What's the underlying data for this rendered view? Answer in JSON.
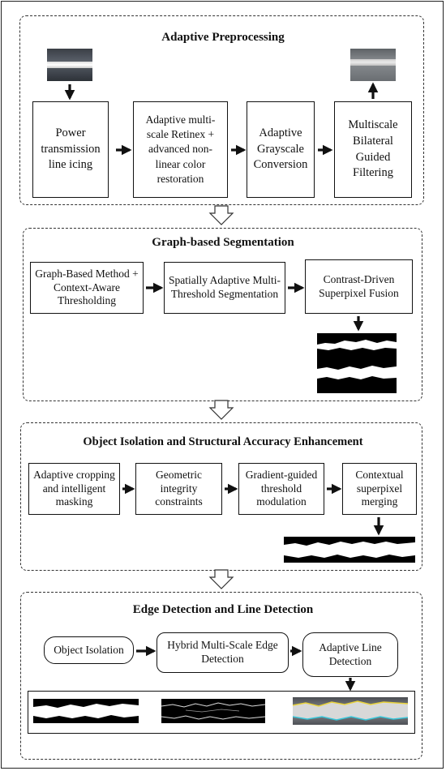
{
  "sections": {
    "s1": {
      "title": "Adaptive Preprocessing",
      "steps": [
        "Power transmission line icing",
        "Adaptive multi-scale Retinex + advanced non-linear color restoration",
        "Adaptive Grayscale Conversion",
        "Multiscale Bilateral Guided Filtering"
      ]
    },
    "s2": {
      "title": "Graph-based Segmentation",
      "steps": [
        "Graph-Based Method + Context-Aware Thresholding",
        "Spatially Adaptive Multi-Threshold Segmentation",
        "Contrast-Driven Superpixel Fusion"
      ]
    },
    "s3": {
      "title": "Object Isolation and Structural Accuracy Enhancement",
      "steps": [
        "Adaptive cropping and intelligent masking",
        "Geometric integrity constraints",
        "Gradient-guided threshold modulation",
        "Contextual superpixel merging"
      ]
    },
    "s4": {
      "title": "Edge Detection and Line Detection",
      "steps": [
        "Object Isolation",
        "Hybrid Multi-Scale Edge Detection",
        "Adaptive Line Detection"
      ]
    }
  },
  "colors": {
    "line": "#111111",
    "dashed_border": "#333333",
    "detected_line_yellow": "#e8d23a",
    "detected_line_cyan": "#37c6d9"
  }
}
